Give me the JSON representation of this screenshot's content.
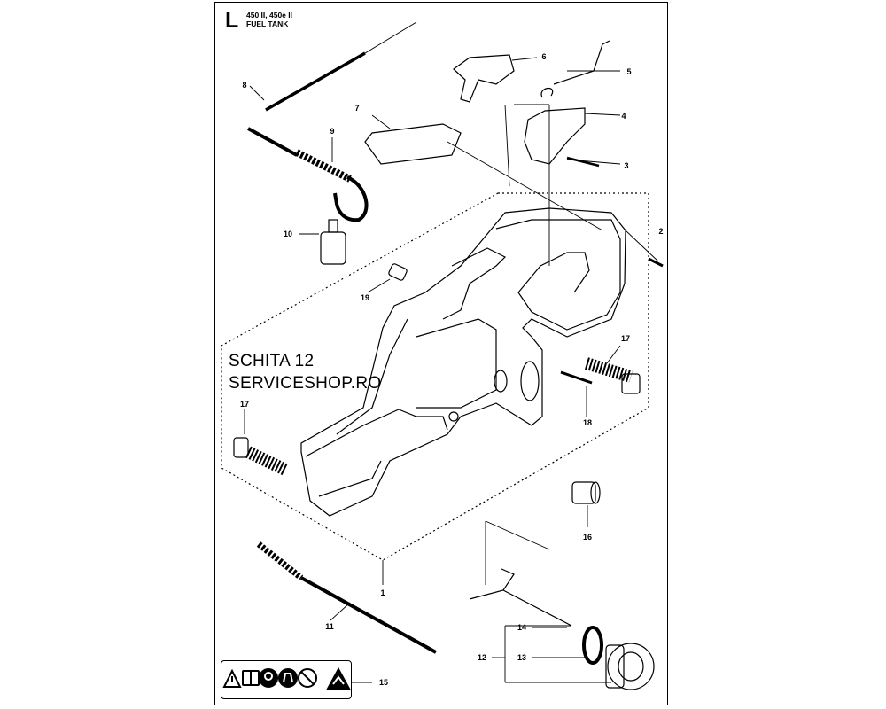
{
  "page": {
    "section_letter": "L",
    "model": "450 II, 450e II",
    "title": "FUEL TANK"
  },
  "watermark": {
    "line1": "SCHITA 12",
    "line2": "SERVICESHOP.RO"
  },
  "part_numbers": [
    "1",
    "2",
    "3",
    "4",
    "5",
    "6",
    "7",
    "8",
    "9",
    "10",
    "11",
    "12",
    "13",
    "14",
    "15",
    "16",
    "17",
    "17",
    "18",
    "19"
  ],
  "warning_icons": [
    "warning-triangle-icon",
    "manual-book-icon",
    "hearing-protection-icon",
    "gloves-icon",
    "no-smoking-icon",
    "kickback-warning-icon"
  ]
}
